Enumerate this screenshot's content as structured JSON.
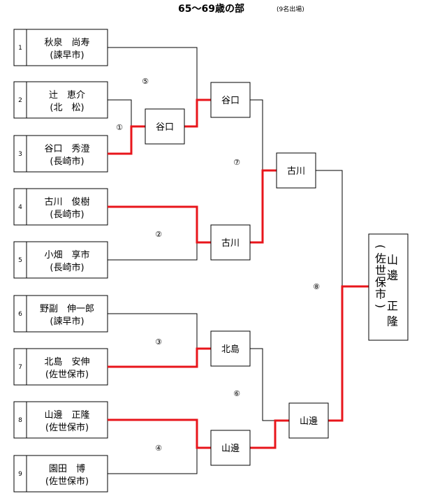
{
  "header": {
    "title": "65～69歳の部",
    "subtitle": "(9名出場)"
  },
  "players": [
    {
      "slot": "1",
      "name": "秋泉　尚寿",
      "affiliation": "(諫早市)"
    },
    {
      "slot": "2",
      "name": "辻　恵介",
      "affiliation": "(北　松)"
    },
    {
      "slot": "3",
      "name": "谷口　秀澄",
      "affiliation": "(長崎市)"
    },
    {
      "slot": "4",
      "name": "古川　俊樹",
      "affiliation": "(長崎市)"
    },
    {
      "slot": "5",
      "name": "小畑　享市",
      "affiliation": "(長崎市)"
    },
    {
      "slot": "6",
      "name": "野副　伸一郎",
      "affiliation": "(諫早市)"
    },
    {
      "slot": "7",
      "name": "北島　安伸",
      "affiliation": "(佐世保市)"
    },
    {
      "slot": "8",
      "name": "山邊　正隆",
      "affiliation": "(佐世保市)"
    },
    {
      "slot": "9",
      "name": "園田　博",
      "affiliation": "(佐世保市)"
    }
  ],
  "matches": [
    {
      "number": "①",
      "winner": "谷口"
    },
    {
      "number": "②",
      "winner": "古川"
    },
    {
      "number": "③",
      "winner": "北島"
    },
    {
      "number": "④",
      "winner": "山邊"
    },
    {
      "number": "⑤",
      "winner": "谷口"
    },
    {
      "number": "⑥",
      "winner": "山邊"
    },
    {
      "number": "⑦",
      "winner": "古川"
    },
    {
      "number": "⑧",
      "winner": ""
    }
  ],
  "final_winner": {
    "name": "山邊　正隆",
    "affiliation": "(佐世保市)"
  },
  "colors": {
    "winner_line": "#e8151b",
    "line": "#000000"
  }
}
